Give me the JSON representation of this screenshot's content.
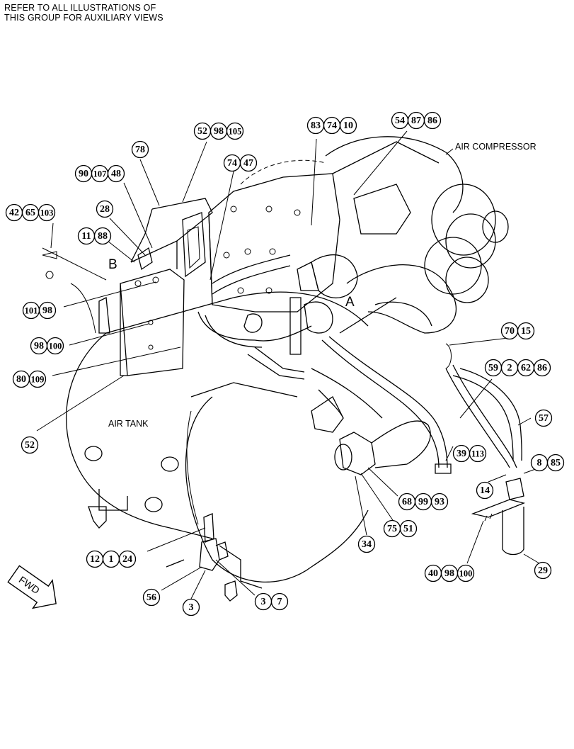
{
  "header_note": "REFER TO ALL ILLUSTRATIONS OF\nTHIS GROUP FOR AUXILIARY VIEWS",
  "labels": {
    "air_compressor": "AIR COMPRESSOR",
    "air_tank": "AIR TANK",
    "view_a": "A",
    "view_b": "B",
    "fwd": "FWD"
  },
  "callouts": [
    {
      "id": "c-52-98-105",
      "numbers": [
        "52",
        "98",
        "105"
      ]
    },
    {
      "id": "c-83-74-10",
      "numbers": [
        "83",
        "74",
        "10"
      ]
    },
    {
      "id": "c-54-87-86",
      "numbers": [
        "54",
        "87",
        "86"
      ]
    },
    {
      "id": "c-78",
      "numbers": [
        "78"
      ]
    },
    {
      "id": "c-74-47",
      "numbers": [
        "74",
        "47"
      ]
    },
    {
      "id": "c-90-107-48",
      "numbers": [
        "90",
        "107",
        "48"
      ]
    },
    {
      "id": "c-42-65-103",
      "numbers": [
        "42",
        "65",
        "103"
      ]
    },
    {
      "id": "c-28",
      "numbers": [
        "28"
      ]
    },
    {
      "id": "c-11-88",
      "numbers": [
        "11",
        "88"
      ]
    },
    {
      "id": "c-101-98",
      "numbers": [
        "101",
        "98"
      ]
    },
    {
      "id": "c-98-100",
      "numbers": [
        "98",
        "100"
      ]
    },
    {
      "id": "c-80-109",
      "numbers": [
        "80",
        "109"
      ]
    },
    {
      "id": "c-52",
      "numbers": [
        "52"
      ]
    },
    {
      "id": "c-70-15",
      "numbers": [
        "70",
        "15"
      ]
    },
    {
      "id": "c-59-2-62-86",
      "numbers": [
        "59",
        "2",
        "62",
        "86"
      ]
    },
    {
      "id": "c-57",
      "numbers": [
        "57"
      ]
    },
    {
      "id": "c-39-113",
      "numbers": [
        "39",
        "113"
      ]
    },
    {
      "id": "c-8-85",
      "numbers": [
        "8",
        "85"
      ]
    },
    {
      "id": "c-14",
      "numbers": [
        "14"
      ]
    },
    {
      "id": "c-68-99-93",
      "numbers": [
        "68",
        "99",
        "93"
      ]
    },
    {
      "id": "c-75-51",
      "numbers": [
        "75",
        "51"
      ]
    },
    {
      "id": "c-34",
      "numbers": [
        "34"
      ]
    },
    {
      "id": "c-12-1-24",
      "numbers": [
        "12",
        "1",
        "24"
      ]
    },
    {
      "id": "c-40-98-100",
      "numbers": [
        "40",
        "98",
        "100"
      ]
    },
    {
      "id": "c-29",
      "numbers": [
        "29"
      ]
    },
    {
      "id": "c-56",
      "numbers": [
        "56"
      ]
    },
    {
      "id": "c-3",
      "numbers": [
        "3"
      ]
    },
    {
      "id": "c-3-7",
      "numbers": [
        "3",
        "7"
      ]
    }
  ]
}
